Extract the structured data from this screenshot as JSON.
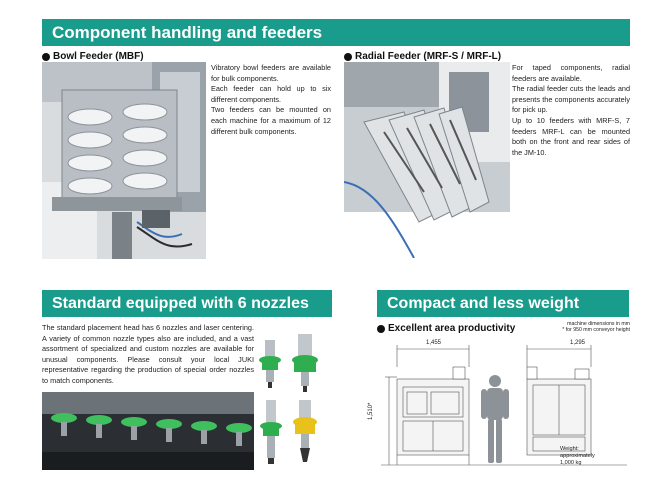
{
  "top_section": {
    "title": "Component handling and feeders",
    "bowl_feeder": {
      "heading": "Bowl Feeder (MBF)",
      "paragraphs": [
        "Vibratory bowl feeders are available for bulk components.",
        "Each feeder can hold up to six different components.",
        "Two feeders can be mounted on each machine for a maximum of 12 different bulk components."
      ]
    },
    "radial_feeder": {
      "heading": "Radial Feeder (MRF-S / MRF-L)",
      "paragraphs": [
        "For taped components, radial feeders are available.",
        "The radial feeder cuts the leads and presents the components accurately for pick up.",
        "Up to 10 feeders with MRF-S, 7 feeders MRF-L can be mounted both on the front and rear sides of the JM-10."
      ]
    }
  },
  "nozzles_section": {
    "title": "Standard equipped with 6 nozzles",
    "paragraph": "The standard placement head has 6 nozzles and laser centering. A variety of common nozzle types also are included, and a vast assortment of specialized and custom nozzles are available for unusual components. Please consult your local JUKI representative regarding the production of special order nozzles to match components."
  },
  "compact_section": {
    "title": "Compact and less weight",
    "heading": "Excellent area productivity",
    "note_lines": [
      "machine dimensions in mm",
      "* for 950 mm conveyor height"
    ],
    "dim_width_front": "1,455",
    "dim_width_side": "1,295",
    "dim_height": "1,510*",
    "weight_lines": [
      "Weight:",
      "approximately",
      "1,000 kg"
    ]
  },
  "colors": {
    "banner": "#1a9c8c",
    "nozzle_green": "#2fae4f",
    "nozzle_yellow": "#e8c21a"
  }
}
